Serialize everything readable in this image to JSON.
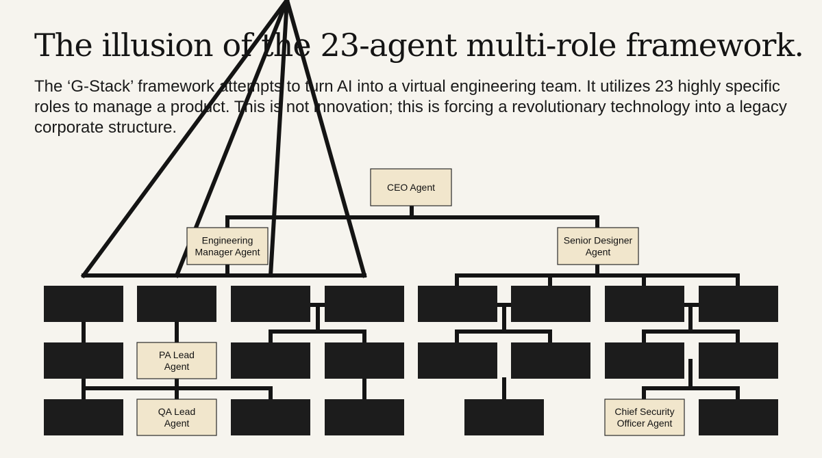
{
  "header": {
    "title": "The illusion of the 23-agent multi-role framework.",
    "body": "The ‘G-Stack’ framework attempts to turn AI into a virtual engineering team. It utilizes 23 highly specific roles to manage a product. This is not innovation; this is forcing a revolutionary technology into a legacy corporate structure."
  },
  "org_chart": {
    "colors": {
      "labeled_fill": "#f1e6cc",
      "unlabeled_fill": "#1c1c1c",
      "connector": "#141414",
      "background": "#f6f4ee"
    },
    "nodes": {
      "ceo": {
        "lines": [
          "CEO Agent"
        ]
      },
      "eng_manager": {
        "lines": [
          "Engineering",
          "Manager Agent"
        ]
      },
      "senior_designer": {
        "lines": [
          "Senior Designer",
          "Agent"
        ]
      },
      "pa_lead": {
        "lines": [
          "PA Lead",
          "Agent"
        ]
      },
      "qa_lead": {
        "lines": [
          "QA Lead",
          "Agent"
        ]
      },
      "chief_security": {
        "lines": [
          "Chief Security",
          "Officer Agent"
        ]
      }
    }
  }
}
